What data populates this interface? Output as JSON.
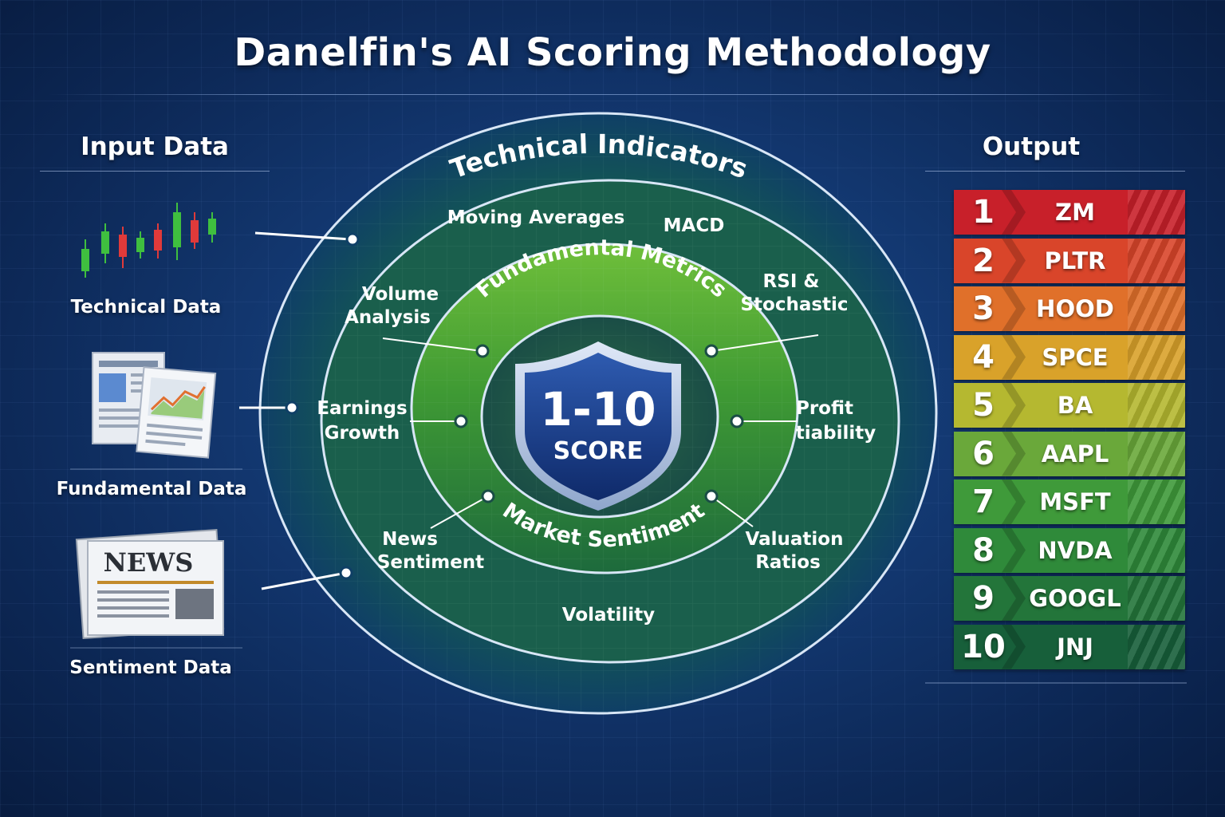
{
  "title": "Danelfin's AI Scoring Methodology",
  "input": {
    "heading": "Input Data",
    "items": [
      {
        "label": "Technical Data",
        "icon": "candlestick-chart-icon"
      },
      {
        "label": "Fundamental Data",
        "icon": "financial-report-icon"
      },
      {
        "label": "Sentiment Data",
        "icon": "newspaper-icon"
      }
    ],
    "news_word": "NEWS"
  },
  "rings": {
    "outer": "Technical Indicators",
    "middle": "Fundamental Metrics",
    "inner": "Market Sentiment"
  },
  "factors": {
    "moving_averages": "Moving Averages",
    "macd": "MACD",
    "volume_1": "Volume",
    "volume_2": "Analysis",
    "rsi_1": "RSI &",
    "rsi_2": "Stochastic",
    "earnings_1": "Earnings",
    "earnings_2": "Growth",
    "profit_1": "Profit",
    "profit_2": "tiability",
    "news_1": "News",
    "news_2": "Sentiment",
    "valuation_1": "Valuation",
    "valuation_2": "Ratios",
    "volatility": "Volatility"
  },
  "score": {
    "range": "1-10",
    "label": "SCORE"
  },
  "output": {
    "heading": "Output",
    "rows": [
      {
        "rank": "1",
        "ticker": "ZM",
        "color": "#c8202a"
      },
      {
        "rank": "2",
        "ticker": "PLTR",
        "color": "#d9452a"
      },
      {
        "rank": "3",
        "ticker": "HOOD",
        "color": "#e0702a"
      },
      {
        "rank": "4",
        "ticker": "SPCE",
        "color": "#d9a22a"
      },
      {
        "rank": "5",
        "ticker": "BA",
        "color": "#b5b830"
      },
      {
        "rank": "6",
        "ticker": "AAPL",
        "color": "#6aa83a"
      },
      {
        "rank": "7",
        "ticker": "MSFT",
        "color": "#3f9a3a"
      },
      {
        "rank": "8",
        "ticker": "NVDA",
        "color": "#2f8a3a"
      },
      {
        "rank": "9",
        "ticker": "GOOGL",
        "color": "#23753a"
      },
      {
        "rank": "10",
        "ticker": "JNJ",
        "color": "#175f3a"
      }
    ]
  }
}
